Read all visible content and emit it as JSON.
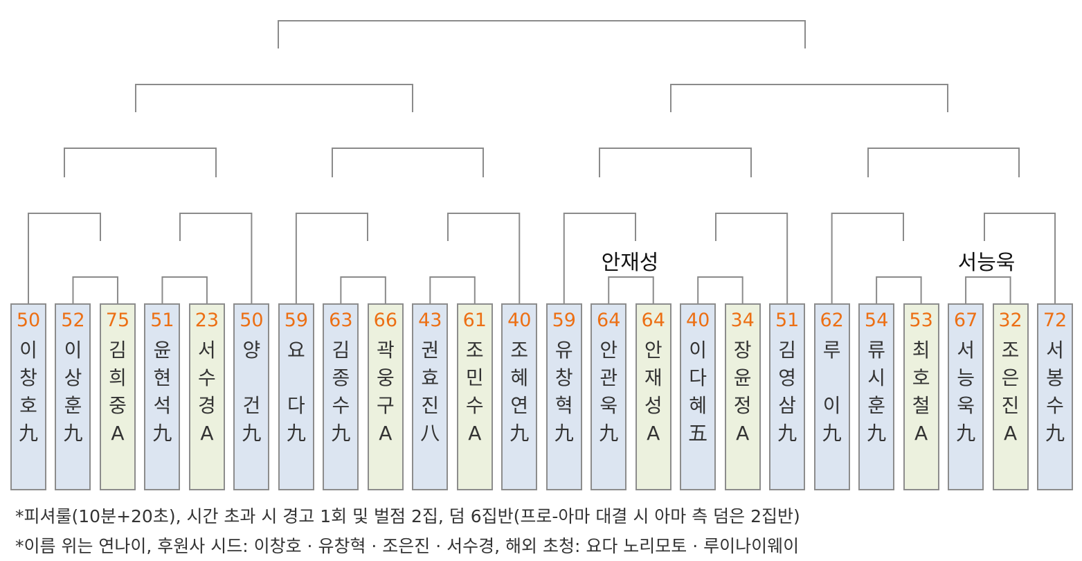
{
  "colors": {
    "line": "#8a8a8a",
    "age": "#ec6f14",
    "pro_fill": "#dce5f1",
    "amateur_fill": "#ecf1de"
  },
  "players": [
    {
      "age": "50",
      "name": [
        "이",
        "창",
        "호"
      ],
      "rank": "九",
      "type": "pro"
    },
    {
      "age": "52",
      "name": [
        "이",
        "상",
        "훈"
      ],
      "rank": "九",
      "type": "pro"
    },
    {
      "age": "75",
      "name": [
        "김",
        "희",
        "중"
      ],
      "rank": "A",
      "type": "ama"
    },
    {
      "age": "51",
      "name": [
        "윤",
        "현",
        "석"
      ],
      "rank": "九",
      "type": "pro"
    },
    {
      "age": "23",
      "name": [
        "서",
        "수",
        "경"
      ],
      "rank": "A",
      "type": "ama"
    },
    {
      "age": "50",
      "name": [
        "양",
        "",
        "건"
      ],
      "rank": "九",
      "type": "pro"
    },
    {
      "age": "59",
      "name": [
        "요",
        "",
        "다"
      ],
      "rank": "九",
      "type": "pro"
    },
    {
      "age": "63",
      "name": [
        "김",
        "종",
        "수"
      ],
      "rank": "九",
      "type": "pro"
    },
    {
      "age": "66",
      "name": [
        "곽",
        "웅",
        "구"
      ],
      "rank": "A",
      "type": "ama"
    },
    {
      "age": "43",
      "name": [
        "권",
        "효",
        "진"
      ],
      "rank": "八",
      "type": "pro"
    },
    {
      "age": "61",
      "name": [
        "조",
        "민",
        "수"
      ],
      "rank": "A",
      "type": "ama"
    },
    {
      "age": "40",
      "name": [
        "조",
        "혜",
        "연"
      ],
      "rank": "九",
      "type": "pro"
    },
    {
      "age": "59",
      "name": [
        "유",
        "창",
        "혁"
      ],
      "rank": "九",
      "type": "pro"
    },
    {
      "age": "64",
      "name": [
        "안",
        "관",
        "욱"
      ],
      "rank": "九",
      "type": "pro"
    },
    {
      "age": "64",
      "name": [
        "안",
        "재",
        "성"
      ],
      "rank": "A",
      "type": "ama"
    },
    {
      "age": "40",
      "name": [
        "이",
        "다",
        "혜"
      ],
      "rank": "五",
      "type": "pro"
    },
    {
      "age": "34",
      "name": [
        "장",
        "윤",
        "정"
      ],
      "rank": "A",
      "type": "ama"
    },
    {
      "age": "51",
      "name": [
        "김",
        "영",
        "삼"
      ],
      "rank": "九",
      "type": "pro"
    },
    {
      "age": "62",
      "name": [
        "루",
        "",
        "이"
      ],
      "rank": "九",
      "type": "pro"
    },
    {
      "age": "54",
      "name": [
        "류",
        "시",
        "훈"
      ],
      "rank": "九",
      "type": "pro"
    },
    {
      "age": "53",
      "name": [
        "최",
        "호",
        "철"
      ],
      "rank": "A",
      "type": "ama"
    },
    {
      "age": "67",
      "name": [
        "서",
        "능",
        "욱"
      ],
      "rank": "九",
      "type": "pro"
    },
    {
      "age": "32",
      "name": [
        "조",
        "은",
        "진"
      ],
      "rank": "A",
      "type": "ama"
    },
    {
      "age": "72",
      "name": [
        "서",
        "봉",
        "수"
      ],
      "rank": "九",
      "type": "pro"
    }
  ],
  "winners": {
    "match_13_14": "안재성",
    "match_21_22": "서능욱"
  },
  "notes": [
    "*피셔룰(10분+20초), 시간 초과 시 경고 1회 및 벌점 2집, 덤 6집반(프로-아마 대결 시 아마 측 덤은 2집반)",
    "*이름 위는 연나이, 후원사 시드: 이창호 · 유창혁 · 조은진 · 서수경, 해외 초청: 요다 노리모토 · 루이나이웨이"
  ]
}
